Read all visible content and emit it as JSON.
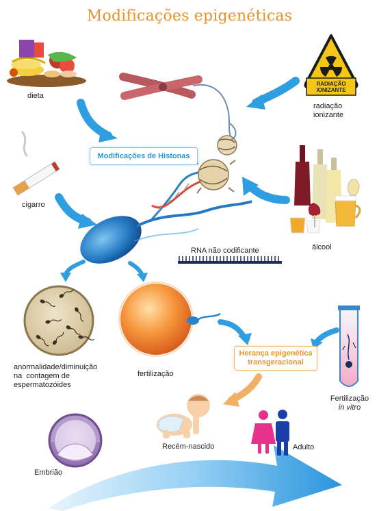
{
  "title": "Modificações epigenéticas",
  "sign": {
    "line1": "RADIAÇÃO",
    "line2": "IONIZANTE"
  },
  "labels": {
    "dieta": "dieta",
    "radiacao": [
      "radiação",
      "ionizante"
    ],
    "histonas": "Modificações de Histonas",
    "cigarro": "cigarro",
    "alcool": "álcool",
    "rna": "RNA não codificante",
    "anormalidade": [
      "anormalidade/diminuição",
      "na  contagem de",
      "espermatozóides"
    ],
    "fertilizacao": "fertilização",
    "heranca": [
      "Herança epigenética",
      "transgeracional"
    ],
    "fiv": [
      "Fertilização",
      "in vitro"
    ],
    "recem_nascido": "Recém-nascido",
    "embriao": "Embrião",
    "adulto": "Adulto"
  },
  "colors": {
    "title": "#e6912c",
    "histone_box_text": "#2a97d6",
    "heritage_box_text": "#e69535",
    "arrow_blue": "#2f9ee0",
    "arrow_orange": "#f0b067"
  }
}
